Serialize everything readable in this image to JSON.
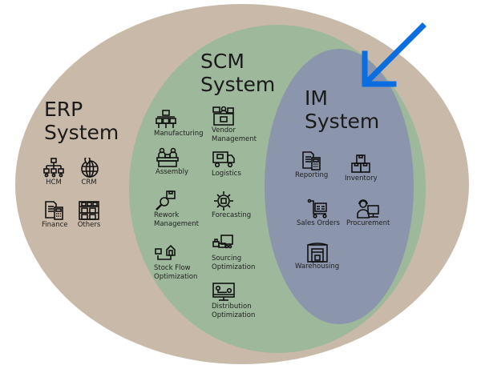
{
  "diagram": {
    "colors": {
      "erp": "#c8b9a8",
      "scm": "#9db89b",
      "im": "#8b95ab",
      "arrow": "#0a6de0",
      "icon": "#111111"
    },
    "erp": {
      "title_line1": "ERP",
      "title_line2": "System",
      "items": [
        {
          "label": "HCM",
          "icon": "org-chart-icon"
        },
        {
          "label": "CRM",
          "icon": "globe-location-icon"
        },
        {
          "label": "Finance",
          "icon": "document-calculator-icon"
        },
        {
          "label": "Others",
          "icon": "warehouse-shelves-icon"
        }
      ]
    },
    "scm": {
      "title_line1": "SCM",
      "title_line2": "System",
      "items": [
        {
          "label": "Manufacturing",
          "icon": "production-line-icon"
        },
        {
          "label": "Vendor\nManagement",
          "icon": "vendor-counter-icon"
        },
        {
          "label": "Assembly",
          "icon": "assembly-workers-icon"
        },
        {
          "label": "Logistics",
          "icon": "delivery-truck-icon"
        },
        {
          "label": "Rework\nManagement",
          "icon": "magnifier-box-icon"
        },
        {
          "label": "Forecasting",
          "icon": "gear-box-icon"
        },
        {
          "label": "Stock Flow\nOptimization",
          "icon": "box-to-house-icon"
        },
        {
          "label": "Sourcing\nOptimization",
          "icon": "truck-boxes-icon"
        },
        {
          "label": "Distribution\nOptimization",
          "icon": "monitor-route-icon"
        }
      ]
    },
    "im": {
      "title_line1": "IM",
      "title_line2": "System",
      "items": [
        {
          "label": "Reporting",
          "icon": "document-calculator-icon"
        },
        {
          "label": "Inventory",
          "icon": "stacked-boxes-icon"
        },
        {
          "label": "Sales Orders",
          "icon": "shopping-cart-icon"
        },
        {
          "label": "Procurement",
          "icon": "operator-computer-icon"
        },
        {
          "label": "Warehousing",
          "icon": "warehouse-door-icon"
        }
      ]
    },
    "arrow": {
      "icon": "arrow-down-left-icon",
      "points_to": "IM System"
    }
  }
}
